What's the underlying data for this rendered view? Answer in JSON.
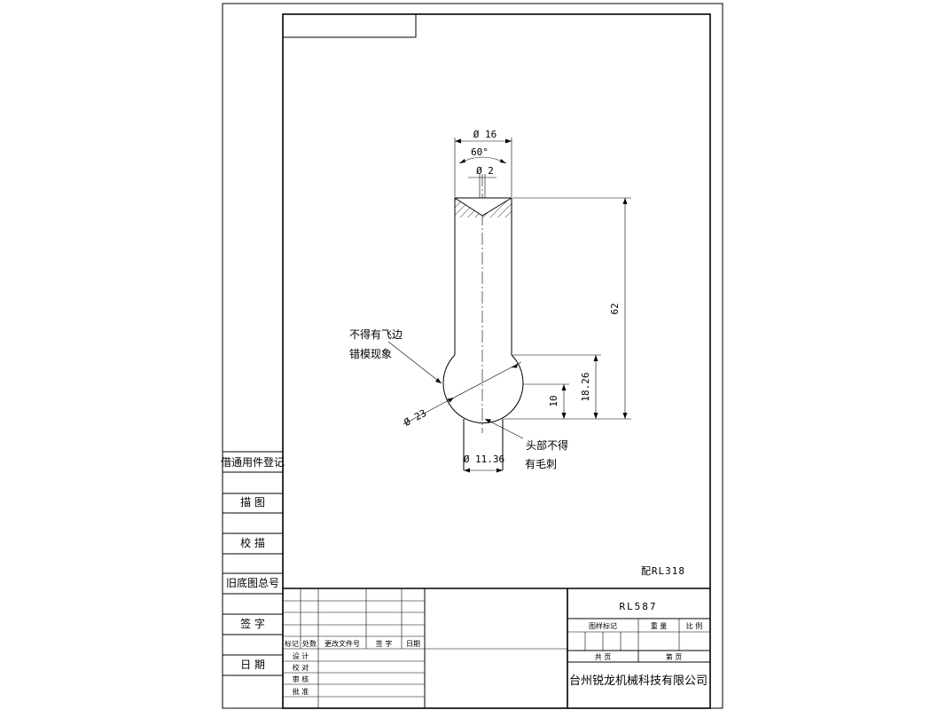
{
  "sheet": {
    "left_panel": {
      "register": "借通用件登记",
      "draw": "描  图",
      "check": "校  描",
      "old_no": "旧底图总号",
      "sign": "签  字",
      "date": "日  期"
    },
    "revision_header": [
      "标记",
      "处数",
      "更改文件号",
      "签 字",
      "日期"
    ],
    "approvals": [
      "设 计",
      "校 对",
      "审 核",
      "批 准"
    ],
    "title_block": {
      "drawing_no": "RL587",
      "stage_mark": "图样标记",
      "weight": "重 量",
      "scale": "比 例",
      "total_pages": "共    页",
      "page_no": "第    页",
      "company": "台州锐龙机械科技有限公司"
    }
  },
  "drawing": {
    "match_note": "配RL318",
    "dims": {
      "d16": "Ø 16",
      "angle": "60°",
      "d2": "Ø 2",
      "h62": "62",
      "h18": "18.26",
      "h10": "10",
      "d23": "Ø 23",
      "d11": "Ø 11.36"
    },
    "notes": {
      "flash_1": "不得有飞边",
      "flash_2": "错模现象",
      "burr_1": "头部不得",
      "burr_2": "有毛刺"
    }
  }
}
